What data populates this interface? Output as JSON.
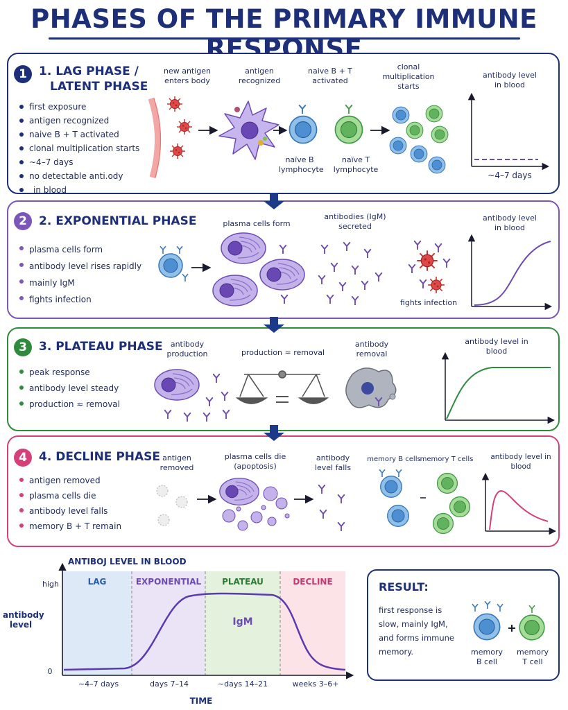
{
  "title": "PHASES OF THE PRIMARY IMMUNE RESPONSE",
  "colors": {
    "navy": "#1c2f78",
    "purple": "#7b55b8",
    "green": "#2f8a3e",
    "pink": "#d6407a"
  },
  "phases": [
    {
      "number": "1",
      "title_line1": "1. LAG PHASE /",
      "title_line2": "LATENT PHASE",
      "bullets": [
        "first exposure",
        "antigen recognized",
        "naive B + T activated",
        "clonal multiplication starts",
        "~4–7 days",
        "no detectable anti​.ody",
        "in blood"
      ],
      "steps": [
        "new antigen enters body",
        "antigen recognized",
        "naive B + T activated",
        "clonal multiplication starts"
      ],
      "cell_labels": [
        "naïve B lymphocyte",
        "naïve T lymphocyte"
      ],
      "graph_title": "antibody level in blood",
      "graph_caption": "~4–7 days"
    },
    {
      "number": "2",
      "title": "2. EXPONENTIAL PHASE",
      "bullets": [
        "plasma cells form",
        "antibody level rises rapidly",
        "mainly IgM",
        "fights infection"
      ],
      "steps": [
        "plasma cells form",
        "antibodies (IgM) secreted",
        "fights infection"
      ],
      "graph_title": "antibody level in blood"
    },
    {
      "number": "3",
      "title": "3. PLATEAU PHASE",
      "bullets": [
        "peak response",
        "antibody level steady",
        "production ≈ removal"
      ],
      "steps": [
        "antibody production",
        "production ≈ removal",
        "antibody removal"
      ],
      "graph_title": "antibody level in blood"
    },
    {
      "number": "4",
      "title": "4. DECLINE PHASE",
      "bullets": [
        "antigen removed",
        "plasma cells die",
        "antibody level falls",
        "memory B + T remain"
      ],
      "steps": [
        "antigen removed",
        "plasma cells die (apoptosis)",
        "antibody level falls",
        "memory B cells",
        "memory T cells"
      ],
      "graph_title": "antibody level in blood"
    }
  ],
  "summary_chart": {
    "title": "ANTIBOJ LEVEL IN BLOOD",
    "ylabel": "antibody level",
    "y_high": "high",
    "y_zero": "0",
    "xlabel": "TIME",
    "regions": [
      "LAG",
      "EXPONENTIAL",
      "PLATEAU",
      "DECLINE"
    ],
    "region_colors": [
      "#dde9f7",
      "#ebe3f6",
      "#e3f1dd",
      "#fbe3e8"
    ],
    "x_ticks": [
      "~4–7 days",
      "days 7–14",
      "~days 14–21",
      "weeks 3–6+"
    ],
    "center_label": "IgM"
  },
  "result": {
    "heading": "RESULT:",
    "text_lines": [
      "first response is",
      "slow, mainly IgM,",
      "and forms immune",
      "memory."
    ],
    "cell1": "memory B cell",
    "cell2": "memory T cell"
  }
}
